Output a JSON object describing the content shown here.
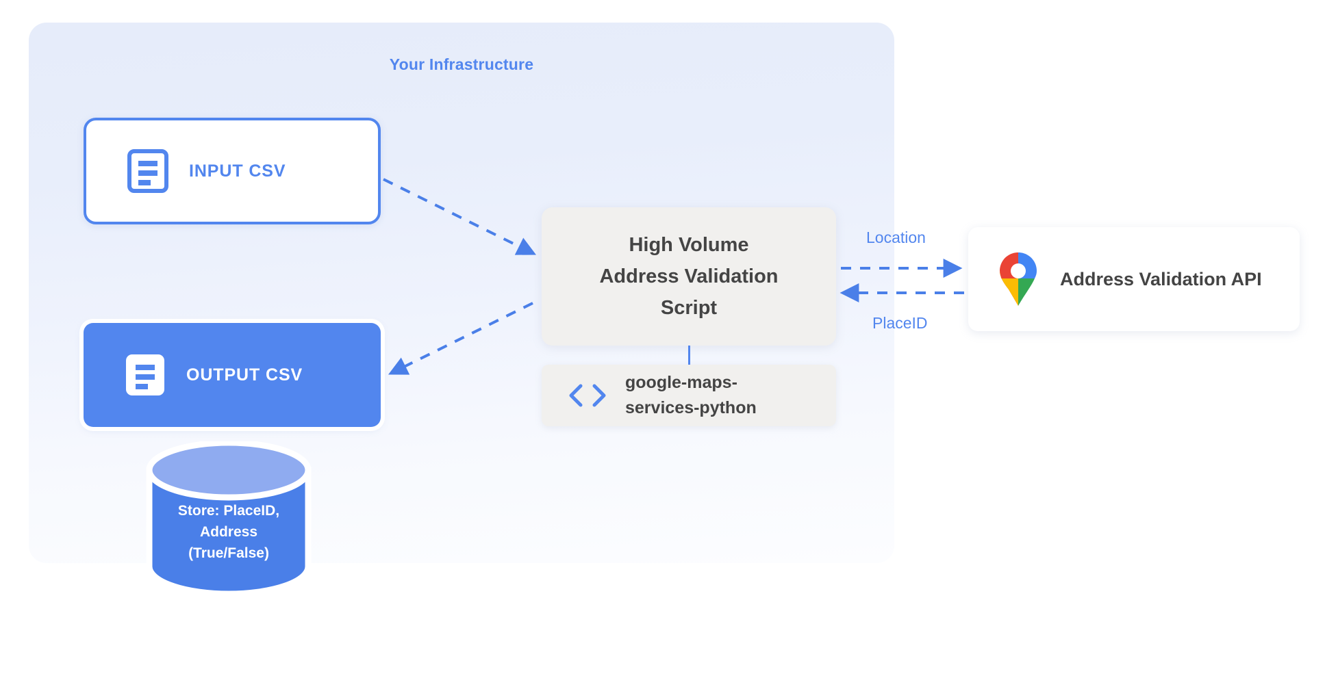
{
  "panel": {
    "title": "Your Infrastructure",
    "accent_color": "#5286ee",
    "bg_top": "#e6ecfa",
    "bg_bottom": "#fcfdff"
  },
  "nodes": {
    "input_csv": {
      "label": "INPUT CSV",
      "icon": "document-icon",
      "text_color": "#5286ee",
      "fill": "#ffffff",
      "border": "#5286ee"
    },
    "output_csv": {
      "label": "OUTPUT CSV",
      "icon": "document-icon",
      "text_color": "#ffffff",
      "fill": "#5286ee"
    },
    "script": {
      "line1": "High Volume",
      "line2": "Address Validation",
      "line3": "Script",
      "fill": "#f1f0ee",
      "text_color": "#444444"
    },
    "library": {
      "label": "google-maps-\nservices-python",
      "icon": "code-brackets-icon",
      "fill": "#f1f0ee",
      "text_color": "#444444"
    },
    "api": {
      "label": "Address Validation API",
      "icon": "google-maps-pin-icon",
      "fill": "#ffffff",
      "text_color": "#444444"
    },
    "database": {
      "label": "Store: PlaceID,\nAddress\n(True/False)",
      "body_color": "#4a7fe8",
      "top_color": "#8fabf0",
      "text_color": "#ffffff"
    }
  },
  "edges": {
    "location_label": "Location",
    "placeid_label": "PlaceID",
    "stroke": "#5286ee"
  }
}
